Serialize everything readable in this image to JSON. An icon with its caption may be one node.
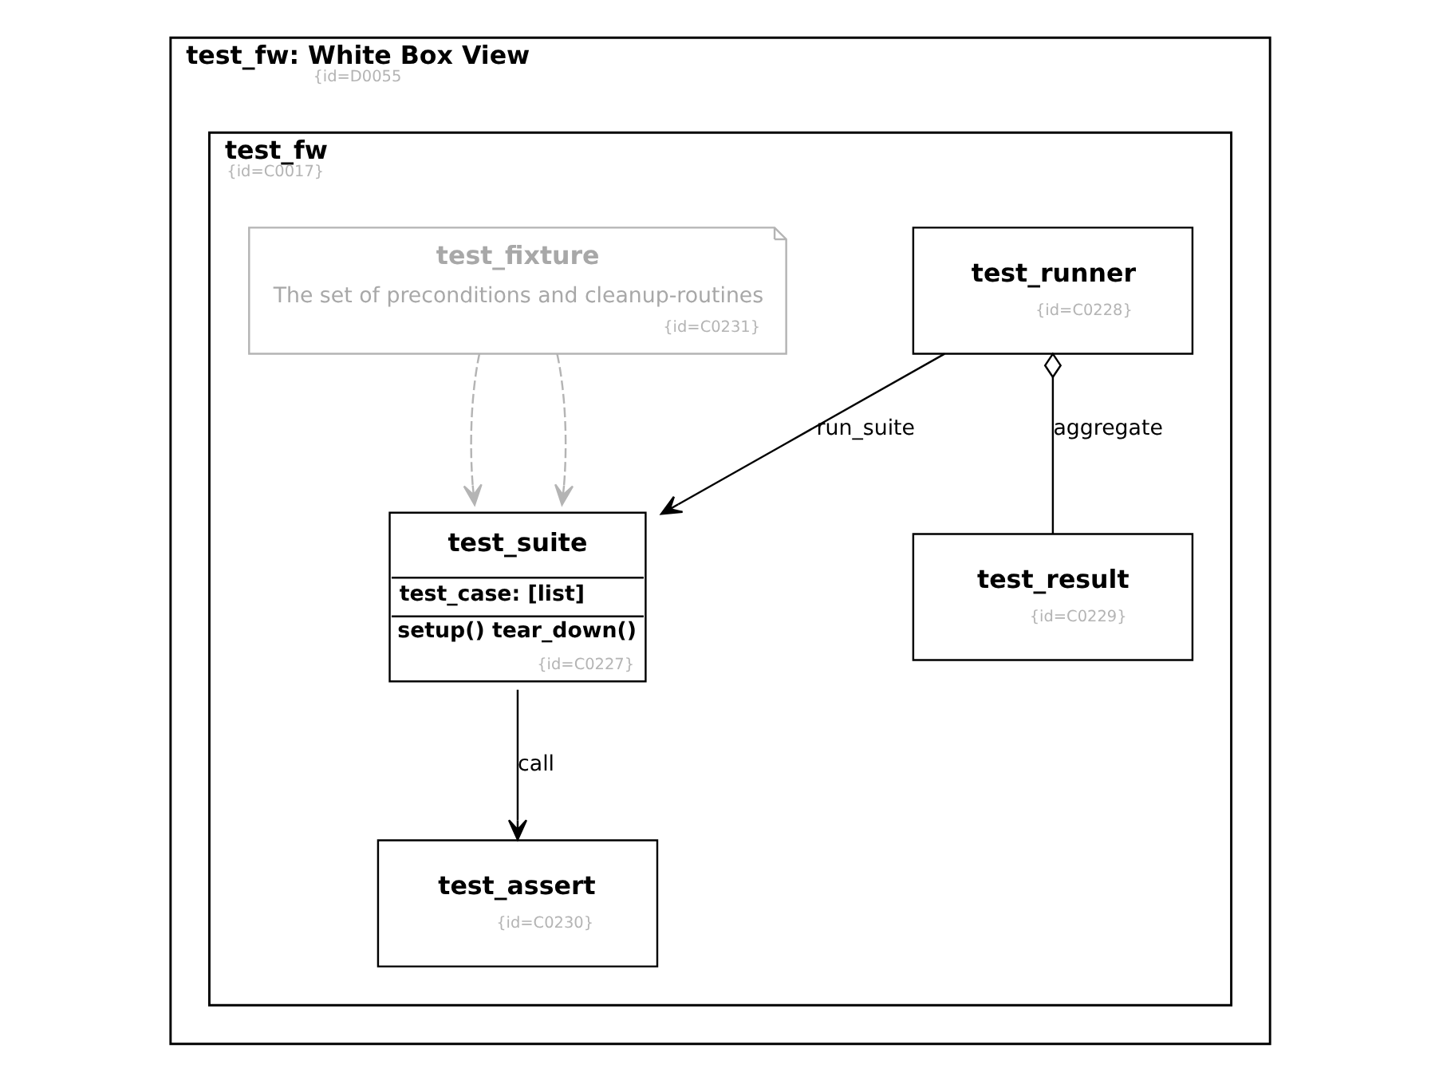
{
  "diagram": {
    "nodes": [
      {
        "text": [
          "test_fw: White Box View",
          "{id=D0055"
        ]
      },
      {
        "text": [
          "test_fw",
          "{id=C0017}"
        ],
        "in": 0
      },
      {
        "text": [
          "test_runner",
          "{id=C0228}"
        ],
        "in": 1
      },
      {
        "text": [
          "test_fixture",
          "The set of preconditions and cleanup-routines",
          "{id=C0231}"
        ],
        "in": 1
      },
      {
        "text": [
          "test_suite",
          "test_case: [list]",
          "setup() tear_down()",
          "{id=C0227}"
        ],
        "in": 1
      },
      {
        "text": [
          "test_result",
          "{id=C0229}"
        ],
        "in": 1
      },
      {
        "text": [
          "test_assert",
          "{id=C0230}"
        ],
        "in": 1
      }
    ],
    "edges": [
      {
        "from": 2,
        "to": 4,
        "arrow": "to",
        "label": "run_suite"
      },
      {
        "from": 3,
        "to": 4,
        "arrow": "to",
        "style": "dashed",
        "color": "#b4b4b4"
      },
      {
        "from": 3,
        "to": 4,
        "arrow": "to",
        "style": "dashed",
        "color": "#b4b4b4"
      },
      {
        "from": 2,
        "to": 5,
        "arrow": "other",
        "label": "aggregate"
      },
      {
        "from": 4,
        "to": 6,
        "arrow": "to",
        "label": "call"
      }
    ]
  }
}
